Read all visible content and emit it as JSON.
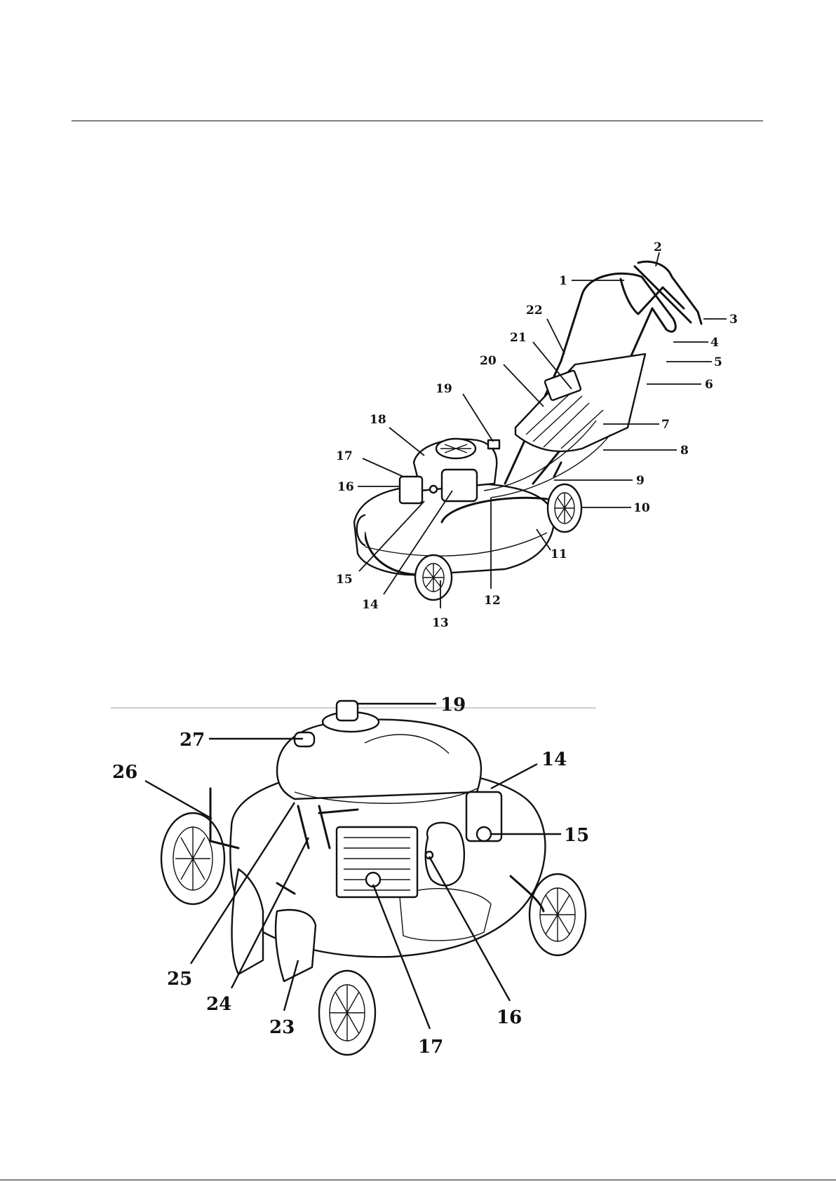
{
  "figure_top": {
    "labels": [
      "1",
      "2",
      "3",
      "4",
      "5",
      "6",
      "7",
      "8",
      "9",
      "10",
      "11",
      "12",
      "13",
      "14",
      "15",
      "16",
      "17",
      "18",
      "19",
      "20",
      "21",
      "22"
    ]
  },
  "figure_bottom": {
    "labels": [
      "14",
      "15",
      "16",
      "17",
      "19",
      "23",
      "24",
      "25",
      "26",
      "27"
    ]
  }
}
